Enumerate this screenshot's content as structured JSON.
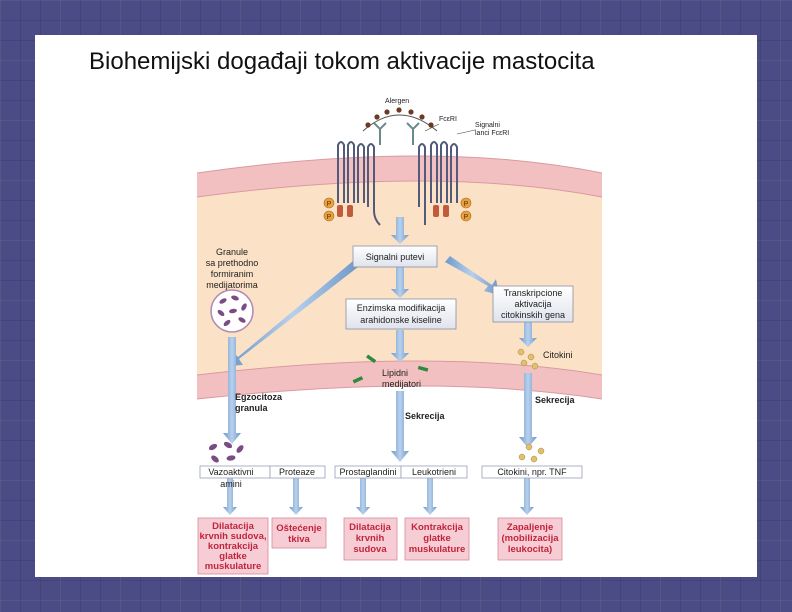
{
  "title": "Biohemijski događaji tokom aktivacije mastocita",
  "top_labels": {
    "allergen": "Alergen",
    "receptor": "FcεRI",
    "signaling_chains": [
      "Signalni",
      "lanci FcεRI"
    ]
  },
  "phospho_badge": "P",
  "boxes": {
    "signaling": "Signalni putevi",
    "enzymatic": [
      "Enzimska modifikacija",
      "arahidonske kiseline"
    ],
    "transcription": [
      "Transkripcione",
      "aktivacija",
      "citokinskih gena"
    ]
  },
  "granule_label": [
    "Granule",
    "sa prethodno",
    "formiranim",
    "medijatorima"
  ],
  "lipid_label": [
    "Lipidni",
    "medijatori"
  ],
  "cytokines_label": "Citokini",
  "membrane_labels": {
    "exocytosis": [
      "Egzocitoza",
      "granula"
    ],
    "secretion_center": "Sekrecija",
    "secretion_right": "Sekrecija"
  },
  "mediators": {
    "vasoactive": [
      "Vazoaktivni",
      "amini"
    ],
    "proteases": "Proteaze",
    "prostaglandins": "Prostaglandini",
    "leukotrienes": "Leukotrieni",
    "cytokines_tnf": "Citokini, npr. TNF"
  },
  "effects": {
    "e1": [
      "Dilatacija",
      "krvnih sudova,",
      "kontrakcija",
      "glatke",
      "muskulature"
    ],
    "e2": [
      "Oštećenje",
      "tkiva"
    ],
    "e3": [
      "Dilatacija",
      "krvnih",
      "sudova"
    ],
    "e4": [
      "Kontrakcija",
      "glatke",
      "muskulature"
    ],
    "e5": [
      "Zapaljenje",
      "(mobilizacija",
      "leukocita)"
    ]
  },
  "colors": {
    "cytoplasm": "#fbe2c6",
    "membrane": "#f3c0c2",
    "arrow": "#8fb3d9",
    "effect_text": "#c0243c",
    "effect_box": "#f7cdd5",
    "granule_dot": "#7b4b86",
    "lipid_bar": "#2e8a3e"
  }
}
